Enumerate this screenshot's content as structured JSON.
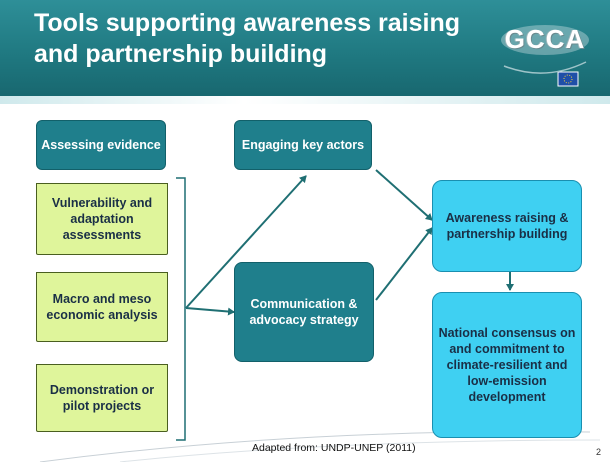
{
  "title": "Tools supporting awareness raising and partnership building",
  "logo": {
    "text": "GCCA"
  },
  "boxes": {
    "assessing_evidence": "Assessing evidence",
    "vulnerability": "Vulnerability and adaptation assessments",
    "macro_meso": "Macro and meso economic analysis",
    "demonstration": "Demonstration or pilot projects",
    "engaging_actors": "Engaging key actors",
    "communication": "Communication & advocacy strategy",
    "awareness": "Awareness raising & partnership building",
    "consensus": "National consensus on and commitment to climate-resilient and low-emission development"
  },
  "caption": "Adapted from: UNDP-UNEP (2011)",
  "page_number": "2",
  "colors": {
    "header": "#1f7880",
    "teal_box": "#1f7f8c",
    "cyan_box": "#3fd0f2",
    "green_box": "#dff59b",
    "arrow": "#1f6f73"
  }
}
